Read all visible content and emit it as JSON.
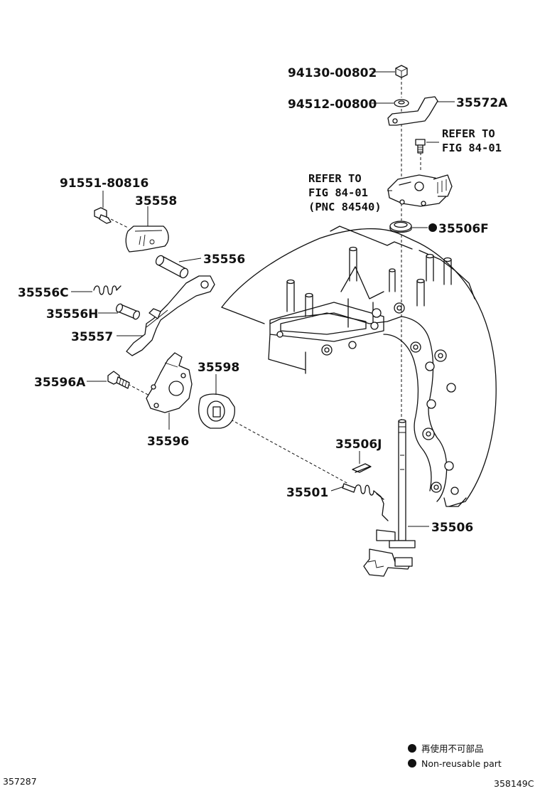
{
  "labels": {
    "p94130": "94130-00802",
    "p94512": "94512-00800",
    "p35572A": "35572A",
    "refer1_l1": "REFER TO",
    "refer1_l2": "FIG 84-01",
    "refer2_l1": "REFER TO",
    "refer2_l2": "FIG 84-01",
    "refer2_l3": "(PNC 84540)",
    "p35506F": "35506F",
    "p91551": "91551-80816",
    "p35558": "35558",
    "p35556": "35556",
    "p35556C": "35556C",
    "p35556H": "35556H",
    "p35557": "35557",
    "p35596A": "35596A",
    "p35598": "35598",
    "p35596": "35596",
    "p35506J": "35506J",
    "p35501": "35501",
    "p35506": "35506"
  },
  "legend": {
    "reuse_jp": "再使用不可部品",
    "reuse_en": "Non-reusable part"
  },
  "codes": {
    "left": "357287",
    "right": "358149C"
  },
  "colors": {
    "line": "#111111",
    "background": "#ffffff"
  }
}
